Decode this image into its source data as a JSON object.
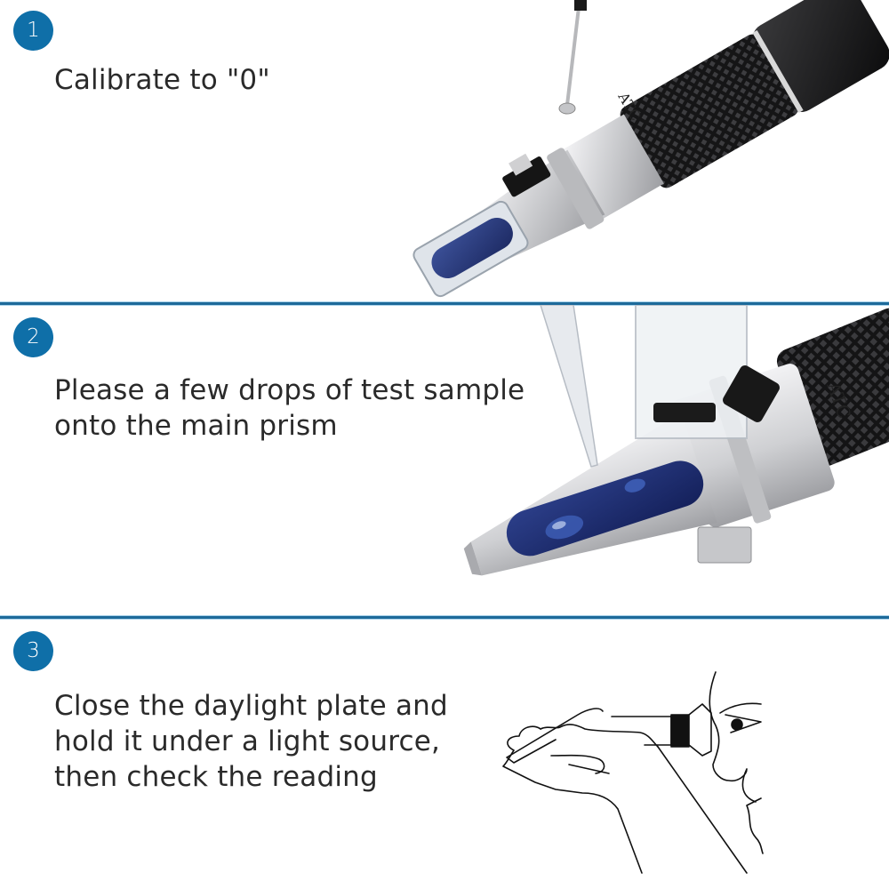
{
  "steps": [
    {
      "number": "1",
      "caption": "Calibrate to \"0\"",
      "illustration": "refractometer-calibration-screwdriver-photo",
      "device_label": "ATC"
    },
    {
      "number": "2",
      "caption": "Please a few drops of test sample\nonto the main prism",
      "illustration": "refractometer-sample-drops-photo",
      "device_label": "ATC"
    },
    {
      "number": "3",
      "caption": "Close the daylight plate and\nhold it under a light source,\nthen check the reading",
      "illustration": "person-looking-through-refractometer-sketch"
    }
  ],
  "colors": {
    "badge": "#0f6fa8",
    "divider": "#1d6a9a",
    "text": "#2a2a2a",
    "prism_blue": "#2a3f86"
  }
}
